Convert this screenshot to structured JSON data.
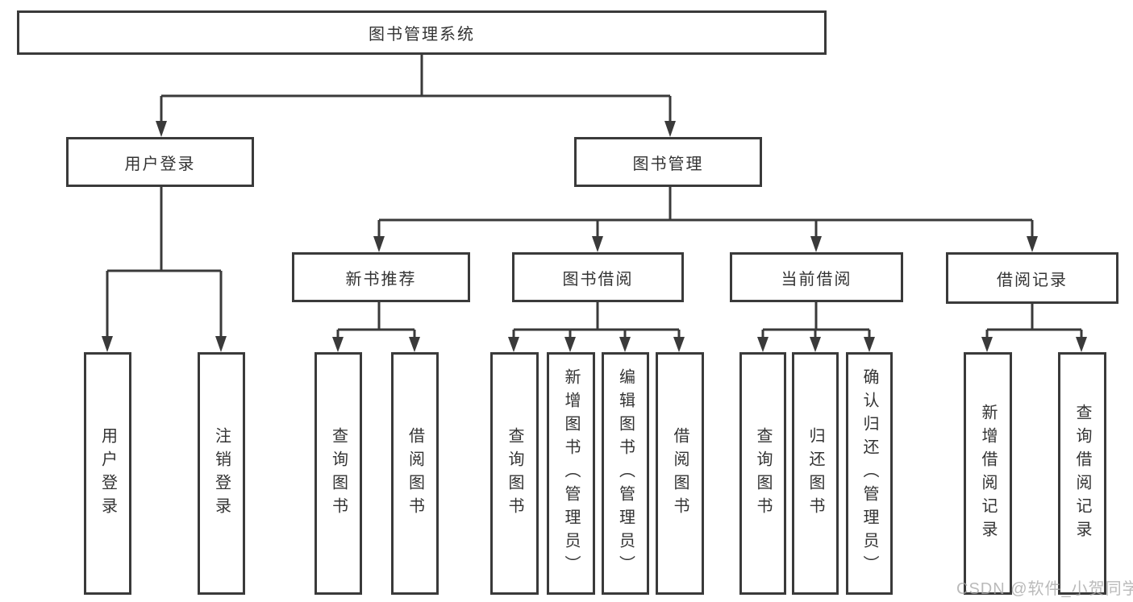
{
  "tree": {
    "root": {
      "label": "图书管理系统"
    },
    "level2": [
      {
        "label": "用户登录"
      },
      {
        "label": "图书管理"
      }
    ],
    "level3": [
      {
        "label": "新书推荐"
      },
      {
        "label": "图书借阅"
      },
      {
        "label": "当前借阅"
      },
      {
        "label": "借阅记录"
      }
    ],
    "leaves": {
      "user_login": [
        {
          "label": "用户登录"
        },
        {
          "label": "注销登录"
        }
      ],
      "new_book": [
        {
          "label": "查询图书"
        },
        {
          "label": "借阅图书"
        }
      ],
      "book_borrow": [
        {
          "label": "查询图书"
        },
        {
          "label": "新增图书（管理员）"
        },
        {
          "label": "编辑图书（管理员）"
        },
        {
          "label": "借阅图书"
        }
      ],
      "current_borrow": [
        {
          "label": "查询图书"
        },
        {
          "label": "归还图书"
        },
        {
          "label": "确认归还（管理员）"
        }
      ],
      "borrow_record": [
        {
          "label": "新增借阅记录"
        },
        {
          "label": "查询借阅记录"
        }
      ]
    }
  },
  "watermark": {
    "text": "CSDN @软件_小贺同学"
  },
  "colors": {
    "line": "#3a3a3a",
    "text": "#333333",
    "watermark": "#a9a9a9",
    "background": "#ffffff"
  }
}
